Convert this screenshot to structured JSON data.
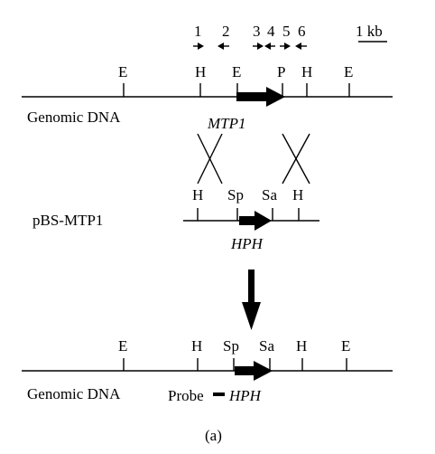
{
  "primers": {
    "p1": "1",
    "p2": "2",
    "p3": "3",
    "p4": "4",
    "p5": "5",
    "p6": "6"
  },
  "scale_bar": "1 kb",
  "genomic": {
    "sites": [
      "E",
      "H",
      "E",
      "P",
      "H",
      "E"
    ],
    "label": "Genomic DNA",
    "gene": "MTP1"
  },
  "plasmid": {
    "sites": [
      "H",
      "Sp",
      "Sa",
      "H"
    ],
    "label": "pBS-MTP1",
    "gene": "HPH"
  },
  "mutant": {
    "sites": [
      "E",
      "H",
      "Sp",
      "Sa",
      "H",
      "E"
    ],
    "label": "Genomic DNA",
    "probe": "Probe",
    "gene": "HPH"
  },
  "panel_label": "(a)"
}
